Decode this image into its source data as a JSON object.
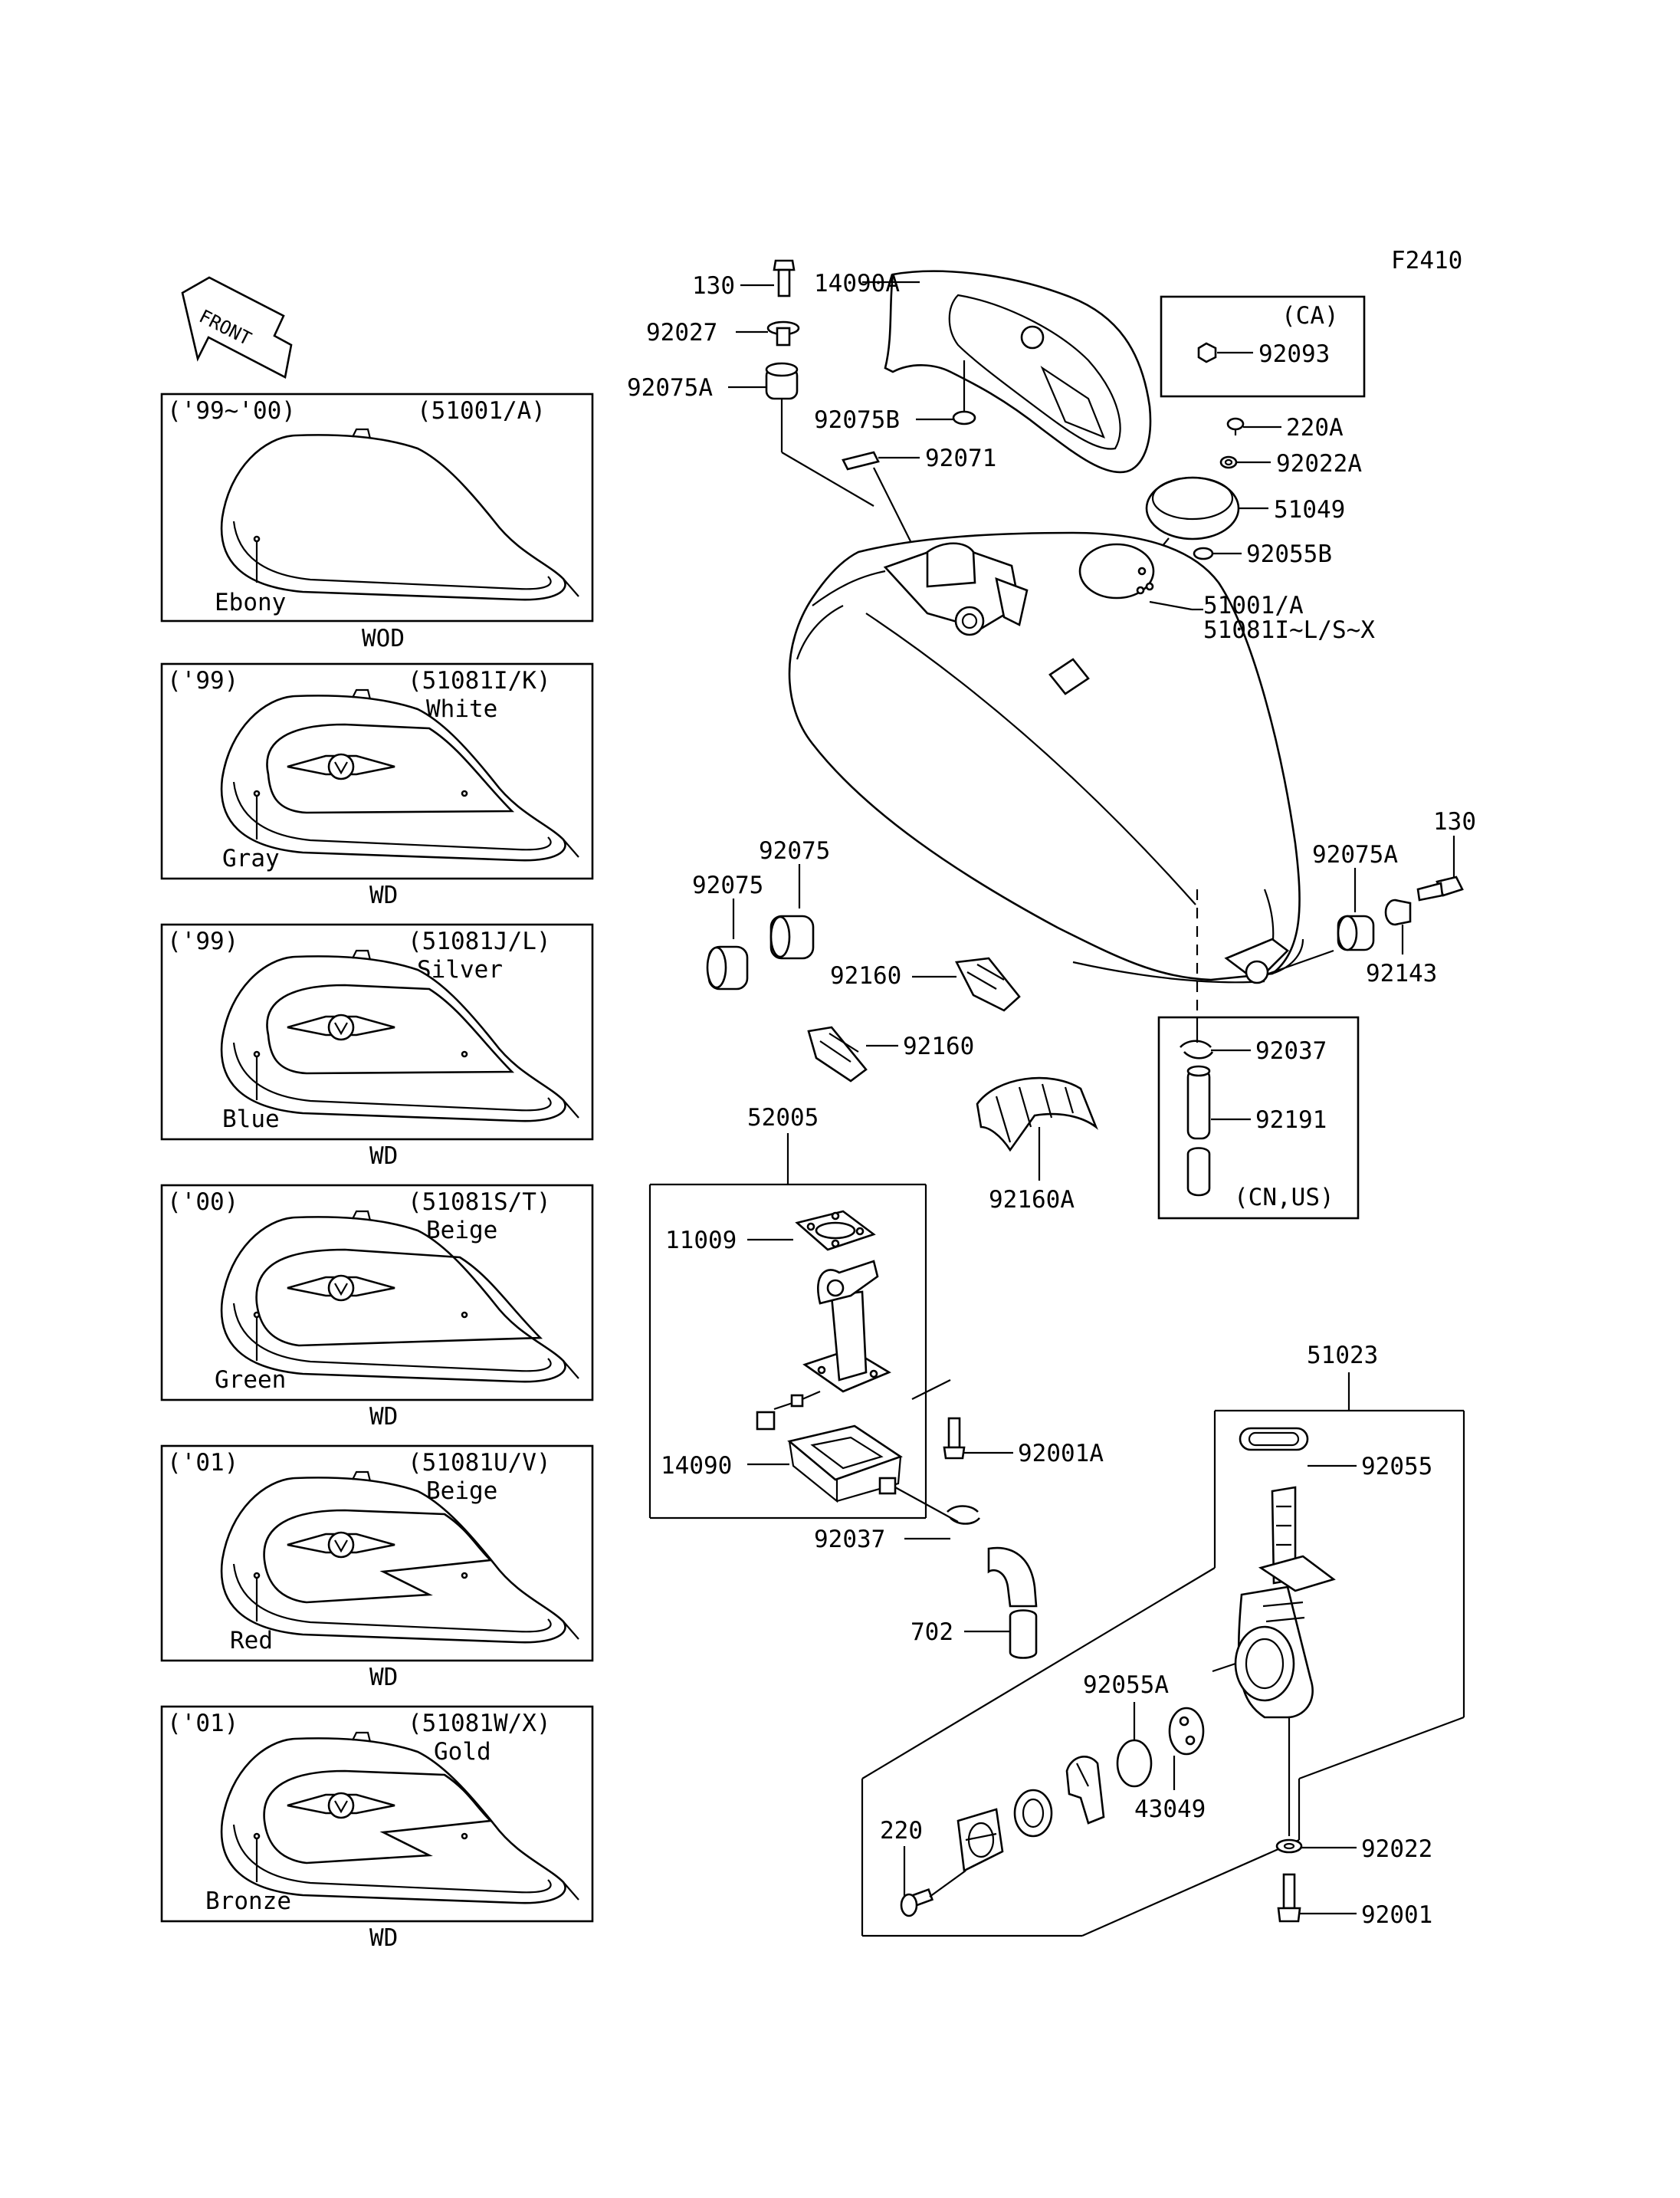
{
  "figure_code": "F2410",
  "front_label": "FRONT",
  "tank_variants": [
    {
      "years": "('99~'00)",
      "part": "(51001/A)",
      "color_name": "",
      "finish": "Ebony",
      "code": "WOD"
    },
    {
      "years": "('99)",
      "part": "(51081I/K)",
      "color_name": "White",
      "finish": "Gray",
      "code": "WD"
    },
    {
      "years": "('99)",
      "part": "(51081J/L)",
      "color_name": "Silver",
      "finish": "Blue",
      "code": "WD"
    },
    {
      "years": "('00)",
      "part": "(51081S/T)",
      "color_name": "Beige",
      "finish": "Green",
      "code": "WD"
    },
    {
      "years": "('01)",
      "part": "(51081U/V)",
      "color_name": "Beige",
      "finish": "Red",
      "code": "WD"
    },
    {
      "years": "('01)",
      "part": "(51081W/X)",
      "color_name": "Gold",
      "finish": "Bronze",
      "code": "WD"
    }
  ],
  "ca_box": {
    "title": "(CA)",
    "part": "92093"
  },
  "cn_us_box": {
    "note": "(CN,US)"
  },
  "callouts": {
    "p130_top": "130",
    "p14090A": "14090A",
    "p92027": "92027",
    "p92075A_top": "92075A",
    "p92075B": "92075B",
    "p92071": "92071",
    "p220A": "220A",
    "p92022A": "92022A",
    "p51049": "51049",
    "p92055B": "92055B",
    "p51001A": "51001/A",
    "p51081": "51081I~L/S~X",
    "p130_right": "130",
    "p92075A_right": "92075A",
    "p92143": "92143",
    "p92075_a": "92075",
    "p92075_b": "92075",
    "p92160_a": "92160",
    "p92160_b": "92160",
    "p92160A": "92160A",
    "p92037_right": "92037",
    "p92191": "92191",
    "p52005": "52005",
    "p11009": "11009",
    "p14090": "14090",
    "p92001A": "92001A",
    "p92037_low": "92037",
    "p702": "702",
    "p51023": "51023",
    "p92055": "92055",
    "p92055A": "92055A",
    "p43049": "43049",
    "p220": "220",
    "p92022": "92022",
    "p92001": "92001"
  }
}
